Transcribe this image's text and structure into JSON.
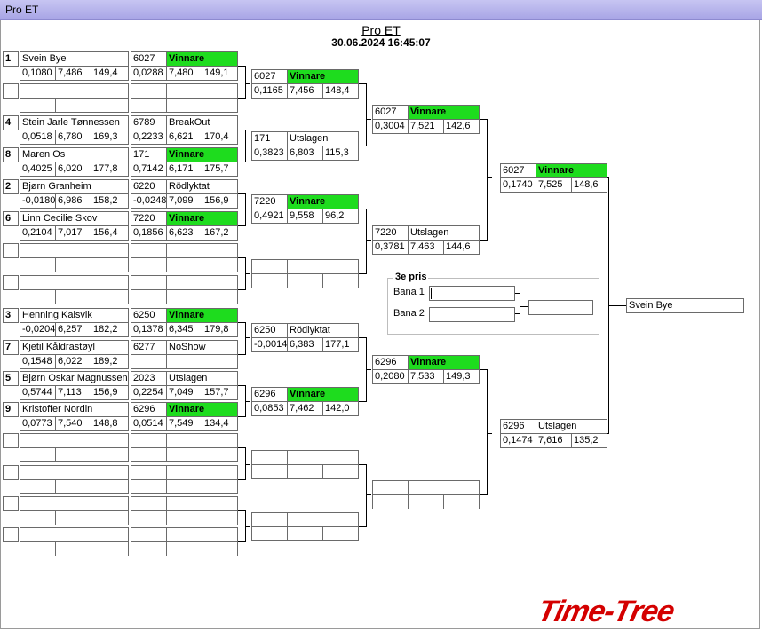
{
  "window_title": "Pro ET",
  "header": {
    "title": "Pro ET",
    "datetime": "30.06.2024 16:45:07"
  },
  "third_prize": {
    "title": "3e pris",
    "lane1": "Bana 1",
    "lane2": "Bana 2"
  },
  "champion": "Svein Bye",
  "logo": "Time-Tree",
  "accent_color": "#1edc1e",
  "round1": [
    {
      "seed": "1",
      "name": "Svein Bye",
      "rt": "0,1080",
      "et": "7,486",
      "mph": "149,4"
    },
    {
      "seed": "",
      "name": "",
      "rt": "",
      "et": "",
      "mph": ""
    },
    {
      "seed": "4",
      "name": "Stein Jarle Tønnessen",
      "rt": "0,0518",
      "et": "6,780",
      "mph": "169,3"
    },
    {
      "seed": "8",
      "name": "Maren Os",
      "rt": "0,4025",
      "et": "6,020",
      "mph": "177,8"
    },
    {
      "seed": "2",
      "name": "Bjørn Granheim",
      "rt": "-0,0180",
      "et": "6,986",
      "mph": "158,2"
    },
    {
      "seed": "6",
      "name": "Linn Cecilie Skov",
      "rt": "0,2104",
      "et": "7,017",
      "mph": "156,4"
    },
    {
      "seed": "",
      "name": "",
      "rt": "",
      "et": "",
      "mph": ""
    },
    {
      "seed": "",
      "name": "",
      "rt": "",
      "et": "",
      "mph": ""
    },
    {
      "seed": "3",
      "name": "Henning Kalsvik",
      "rt": "-0,0204",
      "et": "6,257",
      "mph": "182,2"
    },
    {
      "seed": "7",
      "name": "Kjetil Kåldrastøyl",
      "rt": "0,1548",
      "et": "6,022",
      "mph": "189,2"
    },
    {
      "seed": "5",
      "name": "Bjørn Oskar Magnussen",
      "rt": "0,5744",
      "et": "7,113",
      "mph": "156,9"
    },
    {
      "seed": "9",
      "name": "Kristoffer Nordin",
      "rt": "0,0773",
      "et": "7,540",
      "mph": "148,8"
    },
    {
      "seed": "",
      "name": "",
      "rt": "",
      "et": "",
      "mph": ""
    },
    {
      "seed": "",
      "name": "",
      "rt": "",
      "et": "",
      "mph": ""
    },
    {
      "seed": "",
      "name": "",
      "rt": "",
      "et": "",
      "mph": ""
    },
    {
      "seed": "",
      "name": "",
      "rt": "",
      "et": "",
      "mph": ""
    }
  ],
  "round2": [
    {
      "num": "6027",
      "status": "Vinnare",
      "rt": "0,0288",
      "et": "7,480",
      "mph": "149,1",
      "win": true
    },
    {
      "num": "",
      "status": "",
      "rt": "",
      "et": "",
      "mph": "",
      "win": false
    },
    {
      "num": "6789",
      "status": "BreakOut",
      "rt": "0,2233",
      "et": "6,621",
      "mph": "170,4",
      "win": false
    },
    {
      "num": "171",
      "status": "Vinnare",
      "rt": "0,7142",
      "et": "6,171",
      "mph": "175,7",
      "win": true
    },
    {
      "num": "6220",
      "status": "Rödlyktat",
      "rt": "-0,0248",
      "et": "7,099",
      "mph": "156,9",
      "win": false
    },
    {
      "num": "7220",
      "status": "Vinnare",
      "rt": "0,1856",
      "et": "6,623",
      "mph": "167,2",
      "win": true
    },
    {
      "num": "",
      "status": "",
      "rt": "",
      "et": "",
      "mph": "",
      "win": false
    },
    {
      "num": "",
      "status": "",
      "rt": "",
      "et": "",
      "mph": "",
      "win": false
    },
    {
      "num": "6250",
      "status": "Vinnare",
      "rt": "0,1378",
      "et": "6,345",
      "mph": "179,8",
      "win": true
    },
    {
      "num": "6277",
      "status": "NoShow",
      "rt": "",
      "et": "",
      "mph": "",
      "win": false
    },
    {
      "num": "2023",
      "status": "Utslagen",
      "rt": "0,2254",
      "et": "7,049",
      "mph": "157,7",
      "win": false
    },
    {
      "num": "6296",
      "status": "Vinnare",
      "rt": "0,0514",
      "et": "7,549",
      "mph": "134,4",
      "win": true
    },
    {
      "num": "",
      "status": "",
      "rt": "",
      "et": "",
      "mph": "",
      "win": false
    },
    {
      "num": "",
      "status": "",
      "rt": "",
      "et": "",
      "mph": "",
      "win": false
    },
    {
      "num": "",
      "status": "",
      "rt": "",
      "et": "",
      "mph": "",
      "win": false
    },
    {
      "num": "",
      "status": "",
      "rt": "",
      "et": "",
      "mph": "",
      "win": false
    }
  ],
  "round3": [
    {
      "num": "6027",
      "status": "Vinnare",
      "rt": "0,1165",
      "et": "7,456",
      "mph": "148,4",
      "win": true
    },
    {
      "num": "171",
      "status": "Utslagen",
      "rt": "0,3823",
      "et": "6,803",
      "mph": "115,3",
      "win": false
    },
    {
      "num": "7220",
      "status": "Vinnare",
      "rt": "0,4921",
      "et": "9,558",
      "mph": "96,2",
      "win": true
    },
    {
      "num": "",
      "status": "",
      "rt": "",
      "et": "",
      "mph": "",
      "win": false
    },
    {
      "num": "6250",
      "status": "Rödlyktat",
      "rt": "-0,0014",
      "et": "6,383",
      "mph": "177,1",
      "win": false
    },
    {
      "num": "6296",
      "status": "Vinnare",
      "rt": "0,0853",
      "et": "7,462",
      "mph": "142,0",
      "win": true
    },
    {
      "num": "",
      "status": "",
      "rt": "",
      "et": "",
      "mph": "",
      "win": false
    },
    {
      "num": "",
      "status": "",
      "rt": "",
      "et": "",
      "mph": "",
      "win": false
    }
  ],
  "round4": [
    {
      "num": "6027",
      "status": "Vinnare",
      "rt": "0,3004",
      "et": "7,521",
      "mph": "142,6",
      "win": true
    },
    {
      "num": "7220",
      "status": "Utslagen",
      "rt": "0,3781",
      "et": "7,463",
      "mph": "144,6",
      "win": false
    },
    {
      "num": "6296",
      "status": "Vinnare",
      "rt": "0,2080",
      "et": "7,533",
      "mph": "149,3",
      "win": true
    },
    {
      "num": "",
      "status": "",
      "rt": "",
      "et": "",
      "mph": "",
      "win": false
    }
  ],
  "round5": [
    {
      "num": "6027",
      "status": "Vinnare",
      "rt": "0,1740",
      "et": "7,525",
      "mph": "148,6",
      "win": true
    },
    {
      "num": "6296",
      "status": "Utslagen",
      "rt": "0,1474",
      "et": "7,616",
      "mph": "135,2",
      "win": false
    }
  ]
}
